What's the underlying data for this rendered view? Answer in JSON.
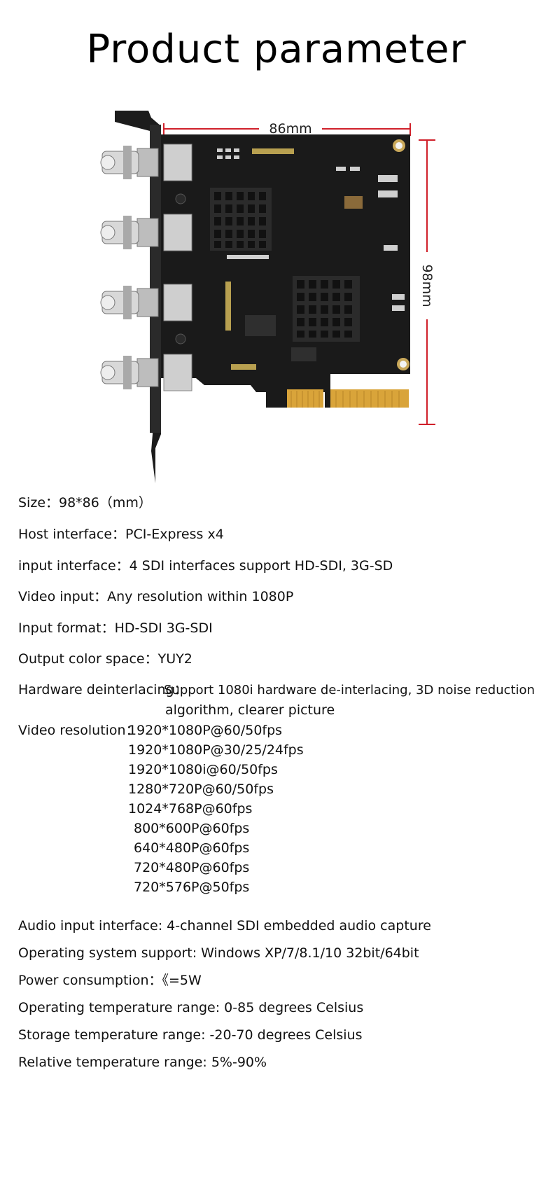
{
  "page_title": "Product parameter",
  "dimensions": {
    "width_label": "86mm",
    "height_label": "98mm"
  },
  "specs": {
    "size": "Size：98*86（mm）",
    "host_interface": "Host interface：PCI-Express x4",
    "input_interface": "input interface：4 SDI interfaces support HD-SDI, 3G-SD",
    "video_input": "Video input：Any resolution within 1080P",
    "input_format": "Input format：HD-SDI   3G-SDI",
    "output_color_space": "Output color space：YUY2",
    "hw_deinterlacing_label": "Hardware deinterlacing：",
    "hw_deinterlacing_line1": "Support 1080i hardware de-interlacing, 3D noise reduction",
    "hw_deinterlacing_line2": "algorithm,  clearer picture",
    "video_resolution_label": "Video resolution：",
    "resolutions": [
      "1920*1080P@60/50fps",
      "1920*1080P@30/25/24fps",
      "1920*1080i@60/50fps",
      "1280*720P@60/50fps",
      "1024*768P@60fps",
      "800*600P@60fps",
      "640*480P@60fps",
      "720*480P@60fps",
      "720*576P@50fps"
    ],
    "audio_input": "Audio input interface: 4-channel SDI embedded audio capture",
    "os_support": "Operating system support: Windows XP/7/8.1/10 32bit/64bit",
    "power": "Power consumption：《=5W",
    "operating_temp": "Operating temperature range: 0-85 degrees Celsius",
    "storage_temp": "Storage temperature range: -20-70 degrees Celsius",
    "relative_temp": "Relative temperature range: 5%-90%"
  },
  "colors": {
    "dimension_line": "#d0202a",
    "pcb": "#1a1a1a",
    "gold_finger": "#d9a43a"
  }
}
